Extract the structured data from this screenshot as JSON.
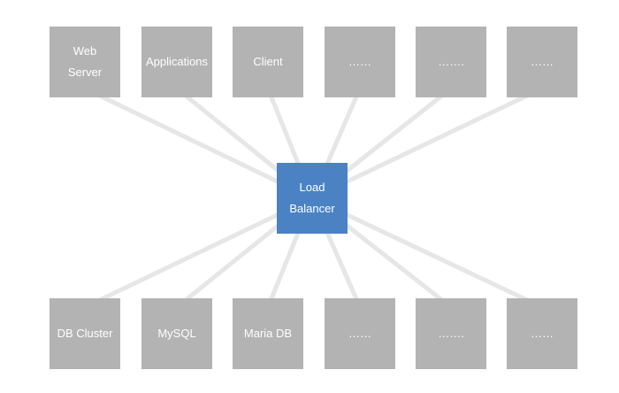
{
  "center": {
    "label": "Load\nBalancer",
    "color": "#4a82c4"
  },
  "top_nodes": [
    {
      "label": "Web\nServer"
    },
    {
      "label": "Applications"
    },
    {
      "label": "Client"
    },
    {
      "label": "……"
    },
    {
      "label": "……."
    },
    {
      "label": "……"
    }
  ],
  "bottom_nodes": [
    {
      "label": "DB Cluster"
    },
    {
      "label": "MySQL"
    },
    {
      "label": "Maria DB"
    },
    {
      "label": "……"
    },
    {
      "label": "……."
    },
    {
      "label": "……"
    }
  ],
  "colors": {
    "node": "#b3b3b3",
    "connector": "#e6e6e6"
  }
}
